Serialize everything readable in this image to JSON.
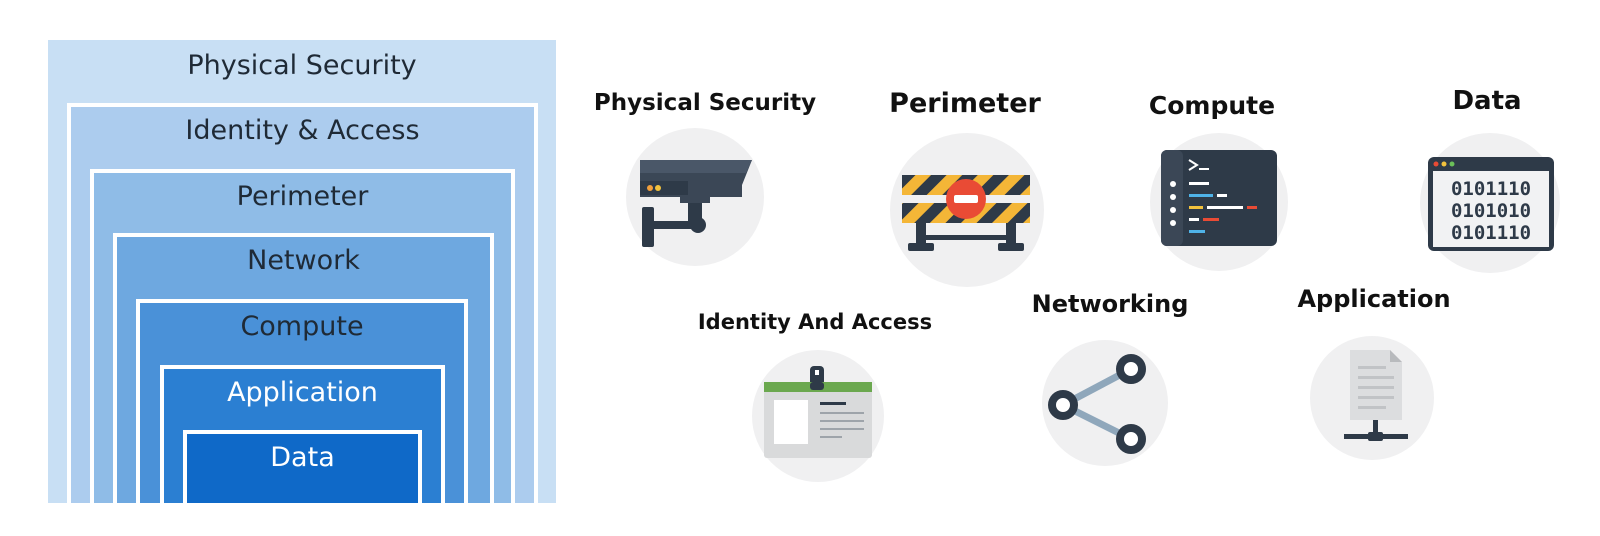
{
  "layers": {
    "physical_security": "Physical Security",
    "identity_access": "Identity & Access",
    "perimeter": "Perimeter",
    "network": "Network",
    "compute": "Compute",
    "application": "Application",
    "data": "Data"
  },
  "icons": {
    "physical_security": {
      "title": "Physical Security",
      "icon": "security-camera-icon"
    },
    "perimeter": {
      "title": "Perimeter",
      "icon": "barrier-icon"
    },
    "compute": {
      "title": "Compute",
      "icon": "terminal-icon"
    },
    "data": {
      "title": "Data",
      "icon": "binary-data-icon"
    },
    "identity_access": {
      "title": "Identity And Access",
      "icon": "id-badge-icon"
    },
    "networking": {
      "title": "Networking",
      "icon": "share-network-icon"
    },
    "application": {
      "title": "Application",
      "icon": "file-server-icon"
    }
  },
  "colors": {
    "layer_1": "#c8dff4",
    "layer_7": "#0f69c8",
    "icon_circle": "#f0f0f1"
  }
}
